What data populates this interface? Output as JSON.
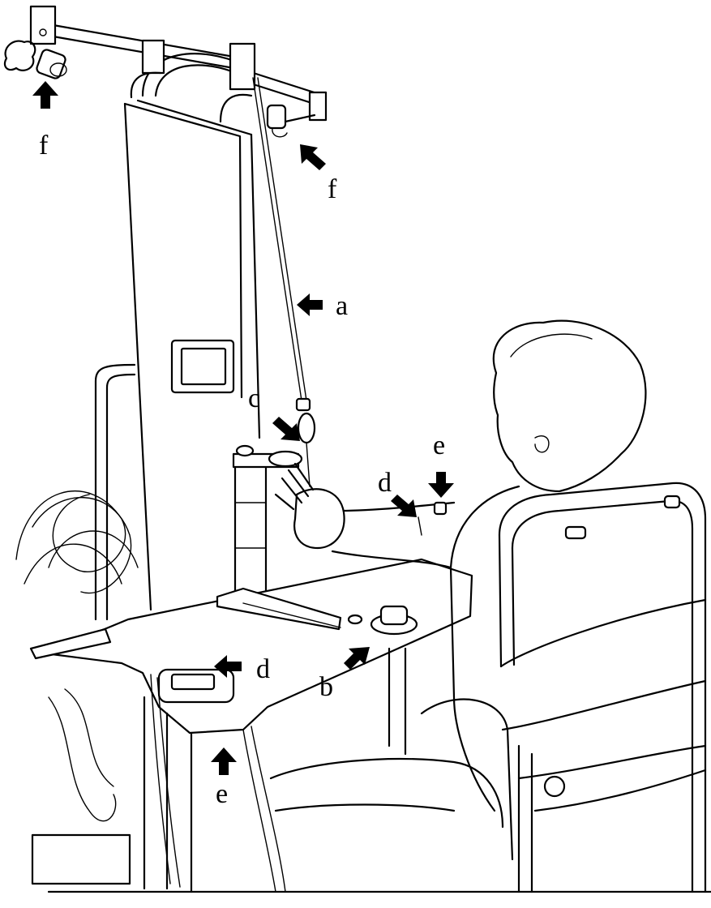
{
  "labels": {
    "f_left": "f",
    "f_right": "f",
    "a": "a",
    "c": "c",
    "e_arm": "e",
    "d_arm": "d",
    "d_table": "d",
    "b": "b",
    "e_bottom": "e"
  }
}
